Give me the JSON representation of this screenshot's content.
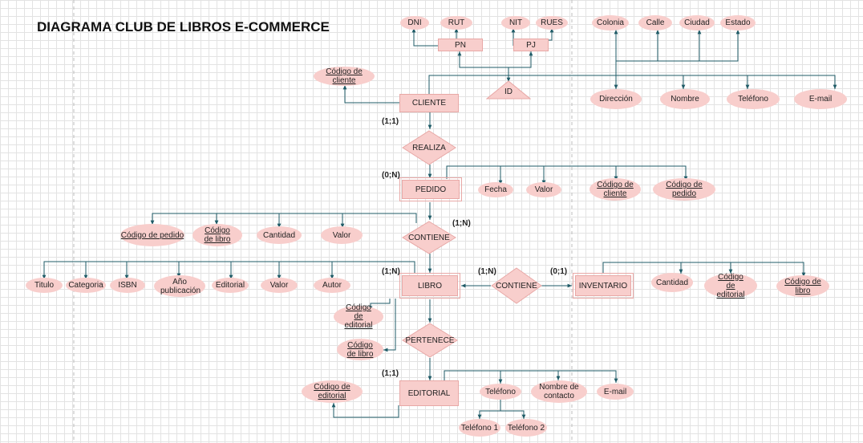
{
  "title": "DIAGRAMA CLUB DE LIBROS E-COMMERCE",
  "colors": {
    "fill": "#f8cecc",
    "stroke": "#e8a8a6",
    "edge": "#1f5b67",
    "dash": "#bdbdbd"
  },
  "entities": {
    "cliente": "CLIENTE",
    "pedido": "PEDIDO",
    "libro": "LIBRO",
    "inventario": "INVENTARIO",
    "editorial": "EDITORIAL",
    "pn": "PN",
    "pj": "PJ"
  },
  "relationships": {
    "realiza": "REALIZA",
    "contiene_pedido": "CONTIENE",
    "contiene_inventario": "CONTIENE",
    "pertenece": "PERTENECE",
    "id": "ID"
  },
  "attributes": {
    "dni": "DNI",
    "rut": "RUT",
    "nit": "NIT",
    "rues": "RUES",
    "colonia": "Colonia",
    "calle": "Calle",
    "ciudad": "Ciudad",
    "estado": "Estado",
    "codigo_cliente": "Código de cliente",
    "direccion": "Dirección",
    "nombre": "Nombre",
    "telefono_cliente": "Teléfono",
    "email_cliente": "E-mail",
    "fecha": "Fecha",
    "valor_pedido": "Valor",
    "codigo_cliente_pedido": "Código de cliente",
    "codigo_pedido": "Código de pedido",
    "codigo_pedido_contiene": "Código de pedido",
    "codigo_libro_contiene": "Código de libro",
    "cantidad_contiene": "Cantidad",
    "valor_contiene": "Valor",
    "titulo": "Titulo",
    "categoria": "Categoria",
    "isbn": "ISBN",
    "anio": "Año publicación",
    "editorial_attr": "Editorial",
    "valor_libro": "Valor",
    "autor": "Autor",
    "codigo_editorial_libro": "Código de editorial",
    "codigo_libro_libro": "Código de libro",
    "cantidad_inventario": "Cantidad",
    "codigo_editorial_inventario": "Código de editorial",
    "codigo_libro_inventario": "Código de libro",
    "codigo_editorial": "Código de editorial",
    "telefono_editorial": "Teléfono",
    "nombre_contacto": "Nombre de contacto",
    "email_editorial": "E-mail",
    "telefono1": "Teléfono 1",
    "telefono2": "Teléfono 2"
  },
  "cardinalities": {
    "cliente_realiza": "(1;1)",
    "pedido_realiza": "(0;N)",
    "contiene_pedido": "(1;N)",
    "libro_contiene": "(1;N)",
    "libro_inventario": "(1;N)",
    "inventario": "(0;1)",
    "editorial_pertenece": "(1;1)"
  }
}
